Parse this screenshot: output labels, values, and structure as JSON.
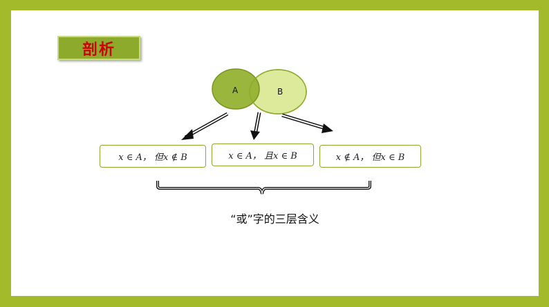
{
  "title": "剖析",
  "venn": {
    "left_label": "A",
    "right_label": "B"
  },
  "cases": [
    {
      "text": "x ∈ A， 但x ∉ B"
    },
    {
      "text": "x ∈ A， 且x ∈ B"
    },
    {
      "text": "x ∉ A， 但x ∈ B"
    }
  ],
  "caption": "“或”字的三层含义",
  "colors": {
    "frame": "#a3bb2a",
    "title_fill": "#8daa2c",
    "title_text": "#d00000",
    "circle_a": "#95b232",
    "circle_b": "#dde99b",
    "box_border": "#8daa2c"
  }
}
